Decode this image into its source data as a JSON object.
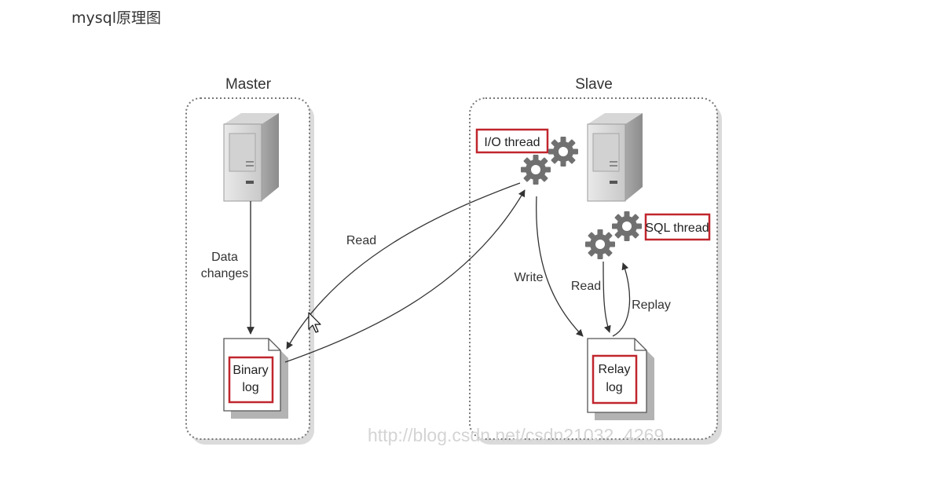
{
  "page": {
    "heading": "mysql原理图"
  },
  "diagram": {
    "master": {
      "title": "Master",
      "data_changes_line1": "Data",
      "data_changes_line2": "changes",
      "binlog_line1": "Binary",
      "binlog_line2": "log"
    },
    "slave": {
      "title": "Slave",
      "io_thread": "I/O thread",
      "sql_thread": "SQL thread",
      "relaylog_line1": "Relay",
      "relaylog_line2": "log"
    },
    "edges": {
      "read_master": "Read",
      "write": "Write",
      "read_slave": "Read",
      "replay": "Replay"
    },
    "watermark": "http://blog.csdn.net/csdn21032..4269",
    "colors": {
      "highlight_box": "#c0262d",
      "container_border": "#777777",
      "line": "#333333"
    }
  }
}
